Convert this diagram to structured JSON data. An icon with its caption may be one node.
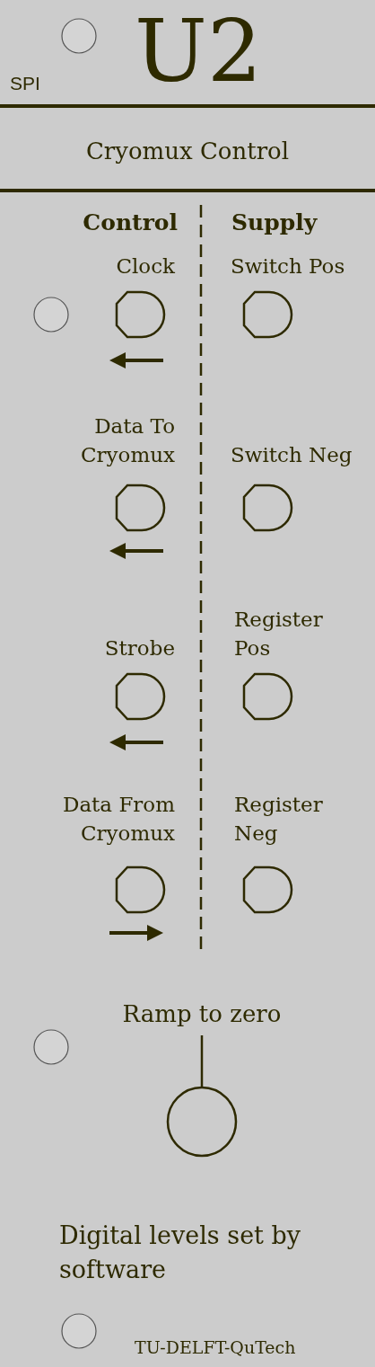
{
  "diagram": {
    "title": "U2",
    "labels": [
      "SPI",
      "Cryomux Control",
      "Control",
      "Supply",
      "Clock",
      "Switch Pos",
      "Data To Cryomux",
      "Switch Neg",
      "Strobe",
      "Register Pos",
      "Data From Cryomux",
      "Register Neg",
      "Ramp to zero",
      "Digital levels set by software",
      "TU-DELFT-QuTech"
    ]
  }
}
